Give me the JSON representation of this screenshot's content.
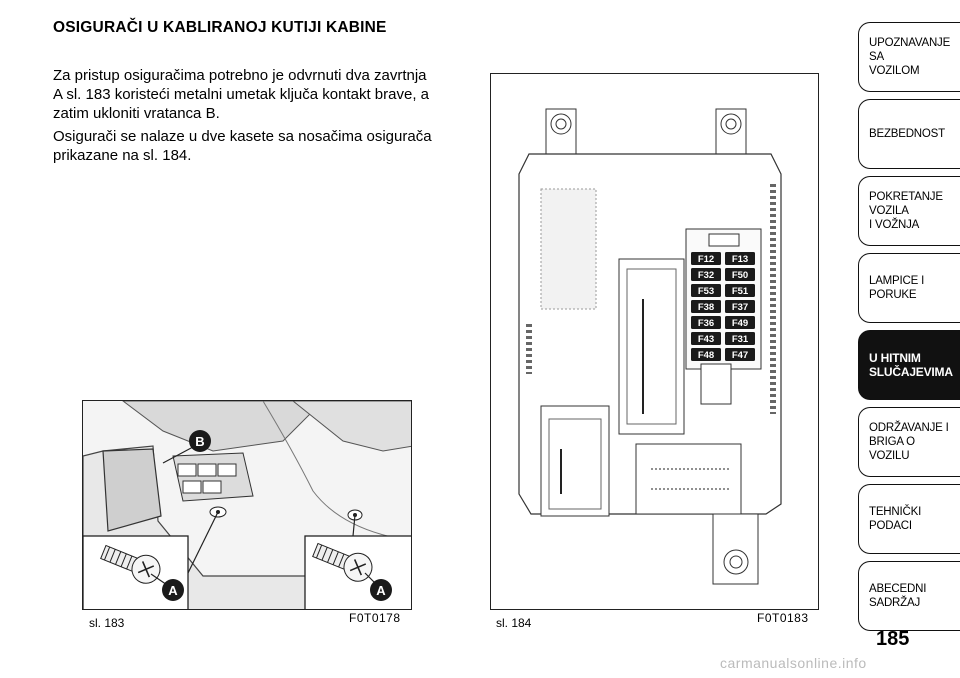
{
  "section": {
    "heading": "OSIGURAČI U KABLIRANOJ KUTIJI KABINE",
    "paragraph1": "Za pristup osiguračima potrebno je odvrnuti dva zavrtnja A sl. 183 koristeći metalni umetak ključa kontakt brave, a zatim ukloniti vratanca B.",
    "paragraph2": "Osigurači se nalaze u dve kasete sa nosačima osigurača prikazane na sl. 184."
  },
  "figure183": {
    "caption": "sl. 183",
    "code": "F0T0178",
    "labels": {
      "b": "B",
      "a1": "A",
      "a2": "A"
    }
  },
  "figure184": {
    "caption": "sl. 184",
    "code": "F0T0183",
    "fuses": [
      [
        "F12",
        "F13"
      ],
      [
        "F32",
        "F50"
      ],
      [
        "F53",
        "F51"
      ],
      [
        "F38",
        "F37"
      ],
      [
        "F36",
        "F49"
      ],
      [
        "F43",
        "F31"
      ],
      [
        "F48",
        "F47"
      ]
    ]
  },
  "sidebar": {
    "tabs": [
      {
        "label": "UPOZNAVANJE SA\nVOZILOM",
        "active": false
      },
      {
        "label": "BEZBEDNOST",
        "active": false
      },
      {
        "label": "POKRETANJE VOZILA\nI VOŽNJA",
        "active": false
      },
      {
        "label": "LAMPICE I PORUKE",
        "active": false
      },
      {
        "label": "U HITNIM\nSLUČAJEVIMA",
        "active": true
      },
      {
        "label": "ODRŽAVANJE I\nBRIGA O VOZILU",
        "active": false
      },
      {
        "label": "TEHNIČKI PODACI",
        "active": false
      },
      {
        "label": "ABECEDNI SADRŽAJ",
        "active": false
      }
    ]
  },
  "page_number": "185",
  "watermark": "carmanualsonline.info"
}
